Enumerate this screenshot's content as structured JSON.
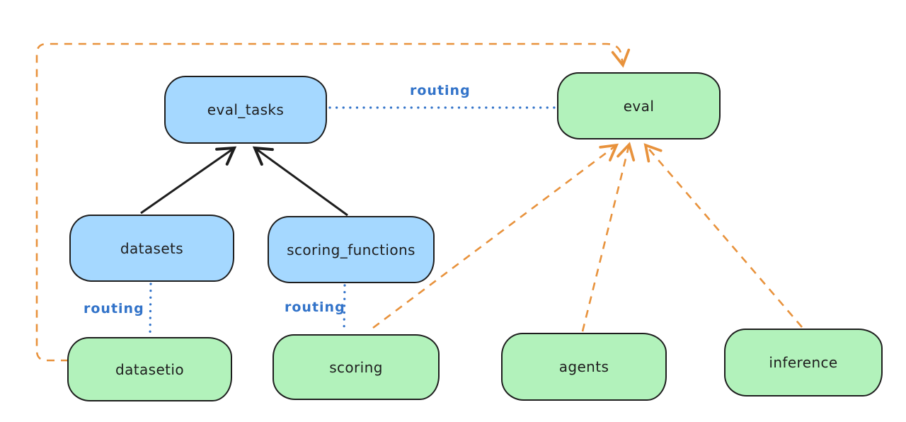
{
  "colors": {
    "blue_fill": "#a5d8ff",
    "green_fill": "#b2f2bb",
    "stroke": "#1e1e1e",
    "orange": "#e8923c",
    "blue": "#3273c9"
  },
  "nodes": [
    {
      "id": "eval_tasks",
      "label": "eval_tasks",
      "fill": "blue"
    },
    {
      "id": "eval",
      "label": "eval",
      "fill": "green"
    },
    {
      "id": "datasets",
      "label": "datasets",
      "fill": "blue"
    },
    {
      "id": "scoring_functions",
      "label": "scoring_functions",
      "fill": "blue"
    },
    {
      "id": "datasetio",
      "label": "datasetio",
      "fill": "green"
    },
    {
      "id": "scoring",
      "label": "scoring",
      "fill": "green"
    },
    {
      "id": "agents",
      "label": "agents",
      "fill": "green"
    },
    {
      "id": "inference",
      "label": "inference",
      "fill": "green"
    }
  ],
  "edges": [
    {
      "from": "datasets",
      "to": "eval_tasks",
      "style": "solid-arrow",
      "label": ""
    },
    {
      "from": "scoring_functions",
      "to": "eval_tasks",
      "style": "solid-arrow",
      "label": ""
    },
    {
      "from": "eval_tasks",
      "to": "eval",
      "style": "dotted",
      "label": "routing"
    },
    {
      "from": "datasets",
      "to": "datasetio",
      "style": "dotted",
      "label": "routing"
    },
    {
      "from": "scoring_functions",
      "to": "scoring",
      "style": "dotted",
      "label": "routing"
    },
    {
      "from": "datasetio",
      "to": "eval",
      "style": "dashed-arrow",
      "label": ""
    },
    {
      "from": "scoring",
      "to": "eval",
      "style": "dashed-arrow",
      "label": ""
    },
    {
      "from": "agents",
      "to": "eval",
      "style": "dashed-arrow",
      "label": ""
    },
    {
      "from": "inference",
      "to": "eval",
      "style": "dashed-arrow",
      "label": ""
    }
  ]
}
